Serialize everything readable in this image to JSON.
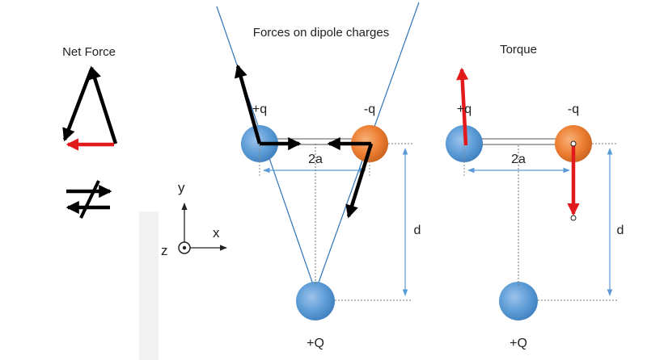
{
  "titles": {
    "net_force": "Net Force",
    "dipole_forces": "Forces on dipole charges",
    "torque": "Torque"
  },
  "axes": {
    "x": "x",
    "y": "y",
    "z": "z"
  },
  "charges": {
    "plus_q": "+q",
    "minus_q": "-q",
    "plus_Q": "+Q"
  },
  "dimensions": {
    "separation": "2a",
    "distance": "d"
  },
  "colors": {
    "positive_charge": "#5b9bd5",
    "negative_charge": "#ed7d31",
    "force_arrow": "#000000",
    "resultant_arrow": "#e31a1c",
    "field_line": "#2e75b6",
    "dimension_line": "#5b9bd5"
  }
}
